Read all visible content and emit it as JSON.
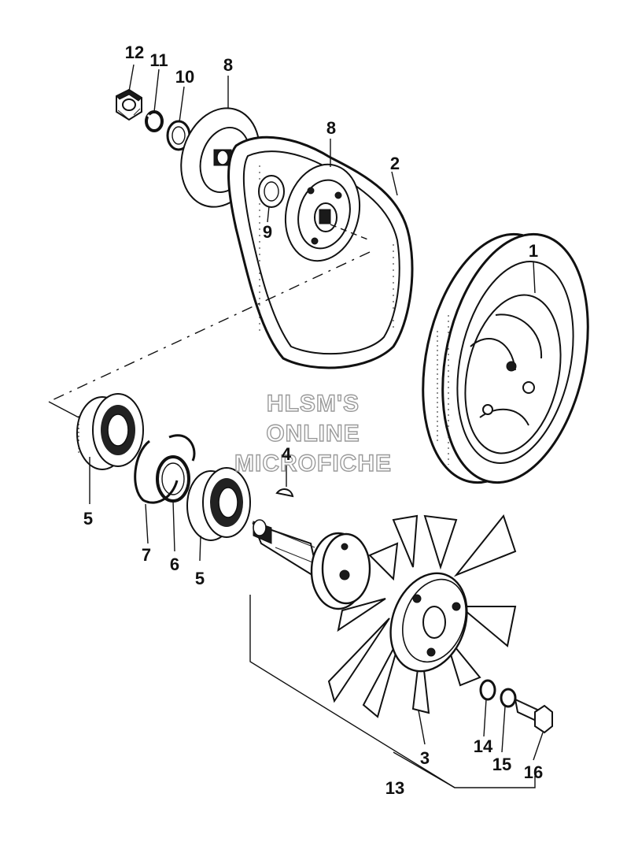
{
  "watermark": {
    "line1": "HLSM'S",
    "line2": "ONLINE",
    "line3": "MICROFICHE"
  },
  "callouts": {
    "c1": "1",
    "c2": "2",
    "c3": "3",
    "c4": "4",
    "c5a": "5",
    "c5b": "5",
    "c6": "6",
    "c7": "7",
    "c8a": "8",
    "c8b": "8",
    "c9": "9",
    "c10": "10",
    "c11": "11",
    "c12": "12",
    "c13": "13",
    "c14": "14",
    "c15": "15",
    "c16": "16"
  }
}
